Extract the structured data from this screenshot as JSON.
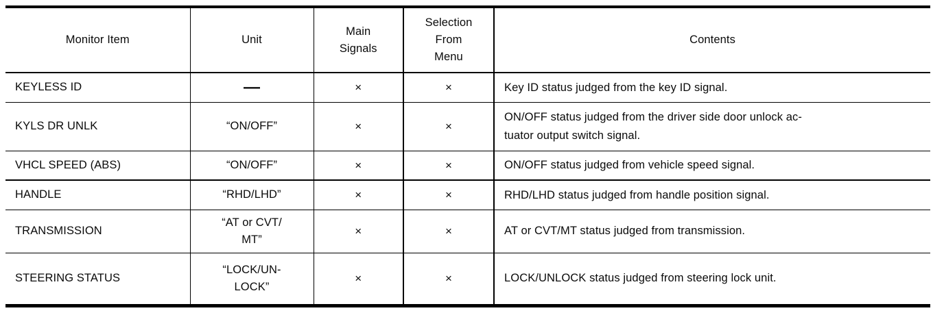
{
  "table": {
    "columns": [
      {
        "label": "Monitor Item"
      },
      {
        "label": "Unit"
      },
      {
        "label": "Main\nSignals"
      },
      {
        "label": "Selection\nFrom\nMenu"
      },
      {
        "label": "Contents"
      }
    ],
    "rows": [
      {
        "item": "KEYLESS ID",
        "unit": "—",
        "main_signals": "×",
        "selection_from_menu": "×",
        "contents": "Key ID status judged from the key ID signal."
      },
      {
        "item": "KYLS DR UNLK",
        "unit": "“ON/OFF”",
        "main_signals": "×",
        "selection_from_menu": "×",
        "contents": "ON/OFF status judged from the driver side door unlock ac-\ntuator output switch signal."
      },
      {
        "item": "VHCL SPEED (ABS)",
        "unit": "“ON/OFF”",
        "main_signals": "×",
        "selection_from_menu": "×",
        "contents": "ON/OFF status judged from vehicle speed signal."
      },
      {
        "item": "HANDLE",
        "unit": "“RHD/LHD”",
        "main_signals": "×",
        "selection_from_menu": "×",
        "contents": "RHD/LHD status judged from handle position signal."
      },
      {
        "item": "TRANSMISSION",
        "unit": "“AT or CVT/\nMT”",
        "main_signals": "×",
        "selection_from_menu": "×",
        "contents": "AT or CVT/MT status judged from transmission."
      },
      {
        "item": "STEERING STATUS",
        "unit": "“LOCK/UN-\nLOCK”",
        "main_signals": "×",
        "selection_from_menu": "×",
        "contents": "LOCK/UNLOCK status judged from steering lock unit."
      }
    ]
  }
}
